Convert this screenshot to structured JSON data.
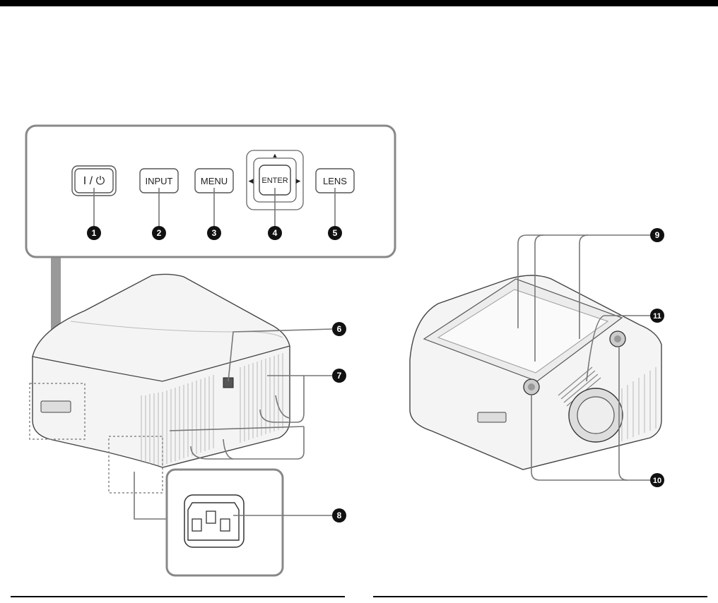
{
  "panel_buttons": [
    {
      "id": "power",
      "label": "I / ⏻"
    },
    {
      "id": "input",
      "label": "INPUT"
    },
    {
      "id": "menu",
      "label": "MENU"
    },
    {
      "id": "enter",
      "label": "ENTER"
    },
    {
      "id": "lens",
      "label": "LENS"
    }
  ],
  "callouts": [
    "1",
    "2",
    "3",
    "4",
    "5",
    "6",
    "7",
    "8",
    "9",
    "10",
    "11"
  ],
  "icons": {
    "arrow_up": "▲",
    "arrow_down": "▼",
    "arrow_left": "◀",
    "arrow_right": "▶"
  }
}
